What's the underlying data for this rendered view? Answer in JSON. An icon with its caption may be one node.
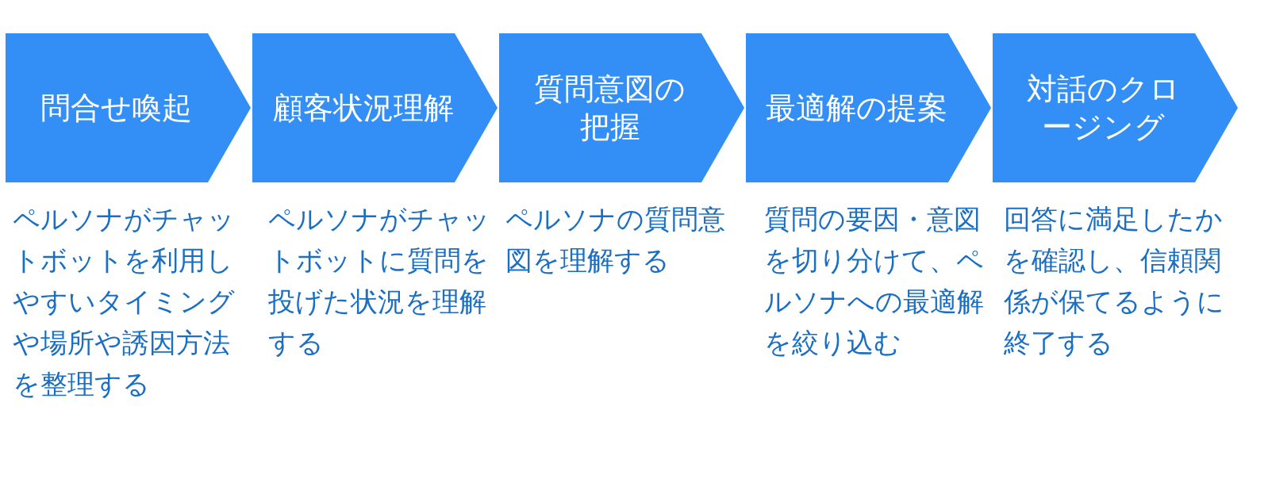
{
  "diagram": {
    "nodes": [
      {
        "text": [
          "問合せ喚起"
        ],
        "beside": [
          "ペルソナがチャットボットを利用しやすいタイミングや場所や誘因方法を整理する"
        ]
      },
      {
        "text": [
          "顧客状況理解"
        ],
        "beside": [
          "ペルソナがチャットボットに質問を投げた状況を理解する"
        ]
      },
      {
        "text": [
          "質問意図の把握"
        ],
        "beside": [
          "ペルソナの質問意図を理解する"
        ]
      },
      {
        "text": [
          "最適解の提案"
        ],
        "beside": [
          "質問の要因・意図を切り分けて、ペルソナへの最適解を絞り込む"
        ]
      },
      {
        "text": [
          "対話のクロージング"
        ],
        "beside": [
          "回答に満足したかを確認し、信頼関係が保てるように終了する"
        ]
      }
    ],
    "edges": []
  }
}
